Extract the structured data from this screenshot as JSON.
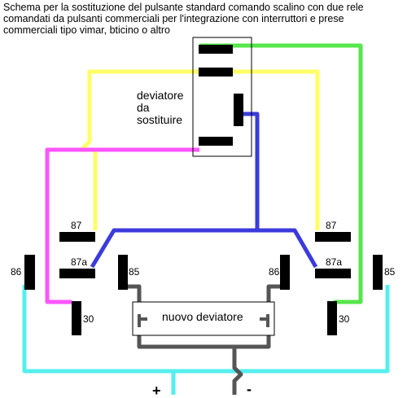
{
  "title_lines": [
    "Schema per la sostituzione del pulsante standard comando scalino con due rele",
    "comandati da pulsanti commerciali per l'integrazione con interruttori e prese",
    "commerciali tipo vimar, bticino o altro"
  ],
  "labels": {
    "deviatore_line1": "deviatore",
    "deviatore_line2": "da",
    "deviatore_line3": "sostituire",
    "nuovo_deviatore": "nuovo deviatore",
    "left_relay_87": "87",
    "left_relay_87a": "87a",
    "left_relay_85": "85",
    "left_relay_86": "86",
    "left_relay_30": "30",
    "right_relay_87": "87",
    "right_relay_87a": "87a",
    "right_relay_85": "85",
    "right_relay_86": "86",
    "right_relay_30": "30",
    "plus": "+",
    "minus": "-"
  },
  "colors": {
    "yellow": "#ffff66",
    "green": "#55e64a",
    "magenta": "#ff55ff",
    "blue": "#3b3bdc",
    "cyan": "#55eeee",
    "gray": "#555555",
    "terminal": "#000000"
  }
}
